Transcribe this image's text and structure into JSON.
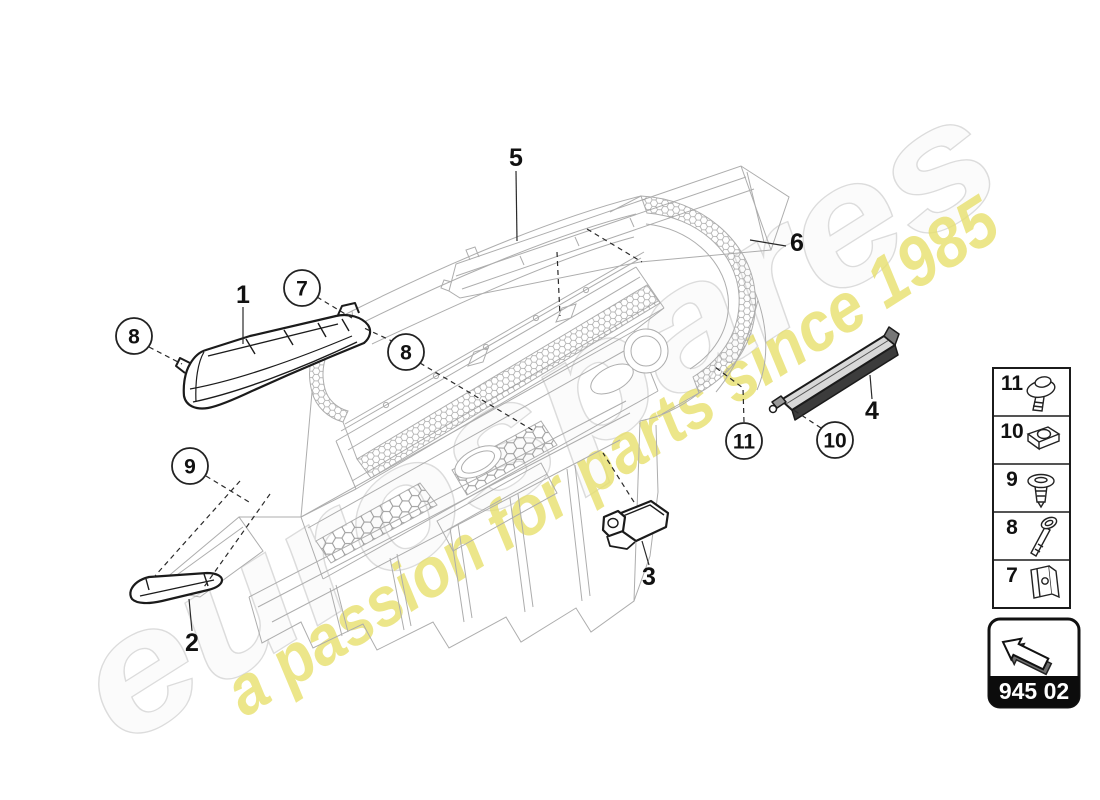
{
  "watermark": {
    "brand": "eurospares",
    "tagline": "a passion for parts since 1985",
    "brand_outline_color": "#dcdcdc",
    "tagline_color": "#e9e170"
  },
  "diagram": {
    "description": "rear bumper exploded parts diagram",
    "callouts": [
      {
        "label": "1",
        "style": "plain"
      },
      {
        "label": "2",
        "style": "plain"
      },
      {
        "label": "3",
        "style": "plain"
      },
      {
        "label": "4",
        "style": "plain"
      },
      {
        "label": "5",
        "style": "plain"
      },
      {
        "label": "6",
        "style": "plain"
      },
      {
        "label": "7",
        "style": "circled"
      },
      {
        "label": "8",
        "style": "circled"
      },
      {
        "label": "8",
        "style": "circled"
      },
      {
        "label": "9",
        "style": "circled"
      },
      {
        "label": "10",
        "style": "circled"
      },
      {
        "label": "11",
        "style": "circled"
      }
    ]
  },
  "legend": {
    "rows": [
      {
        "number": "11",
        "icon": "washer-head-screw-icon"
      },
      {
        "number": "10",
        "icon": "captive-clip-nut-icon"
      },
      {
        "number": "9",
        "icon": "expanding-rivet-icon"
      },
      {
        "number": "8",
        "icon": "pan-head-screw-icon"
      },
      {
        "number": "7",
        "icon": "spring-nut-clip-icon"
      }
    ]
  },
  "footer_box": {
    "code": "945 02",
    "icon": "previous-section-arrow-icon"
  }
}
